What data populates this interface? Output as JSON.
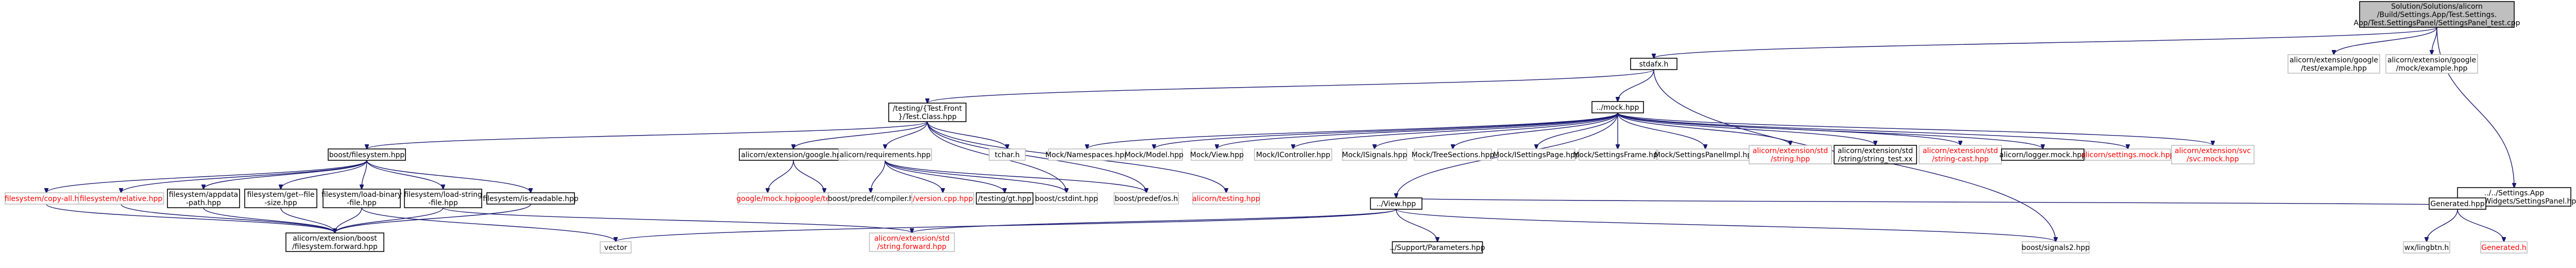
{
  "colors": {
    "edge": "#191970",
    "root_fill": "#bfbfbf",
    "normal_fill": "#ffffff",
    "missing_text": "#ff0000",
    "border": "#000000",
    "missing_border": "#bfbfbf"
  },
  "graph": {
    "nodes": [
      {
        "id": "root",
        "lines": [
          "Solution/Solutions/alicorn",
          "/Build/Settings.App/Test.Settings.",
          "App/Test.SettingsPanel/SettingsPanel_test.cpp"
        ],
        "style": "root"
      },
      {
        "id": "stdafx",
        "lines": [
          "stdafx.h"
        ],
        "style": "normal"
      },
      {
        "id": "gtestex",
        "lines": [
          "alicorn/extension/google",
          "/test/example.hpp"
        ],
        "style": "missing"
      },
      {
        "id": "gmockex",
        "lines": [
          "alicorn/extension/google",
          "/mock/example.hpp"
        ],
        "style": "missing"
      },
      {
        "id": "settingspanel",
        "lines": [
          "../../Settings.App",
          "/view/win/Widgets/SettingsPanel.hpp"
        ],
        "style": "normal"
      },
      {
        "id": "testclass",
        "lines": [
          "/testing/{Test.Front",
          "}/Test.Class.hpp"
        ],
        "style": "normal"
      },
      {
        "id": "mock",
        "lines": [
          "../mock.hpp"
        ],
        "style": "normal"
      },
      {
        "id": "boostfs",
        "lines": [
          "boost/filesystem.hpp"
        ],
        "style": "normal"
      },
      {
        "id": "alicorn_google",
        "lines": [
          "alicorn/extension/google.hpp"
        ],
        "style": "normal"
      },
      {
        "id": "alicorn_req",
        "lines": [
          "alicorn/requirements.hpp"
        ],
        "style": "missing"
      },
      {
        "id": "tchar",
        "lines": [
          "tchar.h"
        ],
        "style": "missing"
      },
      {
        "id": "mock_ns",
        "lines": [
          "Mock/Namespaces.hpp"
        ],
        "style": "missing"
      },
      {
        "id": "mock_model",
        "lines": [
          "Mock/Model.hpp"
        ],
        "style": "missing"
      },
      {
        "id": "mock_view",
        "lines": [
          "Mock/View.hpp"
        ],
        "style": "missing"
      },
      {
        "id": "mock_ctrl",
        "lines": [
          "Mock/IController.hpp"
        ],
        "style": "missing"
      },
      {
        "id": "mock_signals",
        "lines": [
          "Mock/ISignals.hpp"
        ],
        "style": "missing"
      },
      {
        "id": "mock_tree",
        "lines": [
          "Mock/TreeSections.hpp"
        ],
        "style": "missing"
      },
      {
        "id": "mock_page",
        "lines": [
          "Mock/ISettingsPage.hpp"
        ],
        "style": "missing"
      },
      {
        "id": "mock_frame",
        "lines": [
          "Mock/SettingsFrame.hpp"
        ],
        "style": "missing"
      },
      {
        "id": "mock_impl",
        "lines": [
          "Mock/SettingsPanelImpl.hpp"
        ],
        "style": "missing"
      },
      {
        "id": "alicorn_std_string",
        "lines": [
          "alicorn/extension/std",
          "/string.hpp"
        ],
        "style": "missing_red"
      },
      {
        "id": "alicorn_string_test",
        "lines": [
          "alicorn/extension/std",
          "/string/string_test.xx"
        ],
        "style": "normal"
      },
      {
        "id": "alicorn_string_cast",
        "lines": [
          "alicorn/extension/std",
          "/string-cast.hpp"
        ],
        "style": "missing_red"
      },
      {
        "id": "logger_mock",
        "lines": [
          "alicorn/logger.mock.hpp"
        ],
        "style": "normal"
      },
      {
        "id": "settings_mock",
        "lines": [
          "alicorn/settings.mock.hpp"
        ],
        "style": "missing_red"
      },
      {
        "id": "svc_mock",
        "lines": [
          "alicorn/extension/svc",
          "/svc.mock.hpp"
        ],
        "style": "missing_red"
      },
      {
        "id": "fs_copy",
        "lines": [
          "filesystem/copy-all.hpp"
        ],
        "style": "missing_red"
      },
      {
        "id": "fs_rel",
        "lines": [
          "filesystem/relative.hpp"
        ],
        "style": "missing_red"
      },
      {
        "id": "fs_appdata",
        "lines": [
          "filesystem/appdata",
          "-path.hpp"
        ],
        "style": "normal"
      },
      {
        "id": "fs_getfile",
        "lines": [
          "filesystem/get--file",
          "-size.hpp"
        ],
        "style": "normal"
      },
      {
        "id": "fs_loadbin",
        "lines": [
          "filesystem/load-binary",
          "-file.hpp"
        ],
        "style": "normal"
      },
      {
        "id": "fs_loadstr",
        "lines": [
          "filesystem/load-string",
          "-file.hpp"
        ],
        "style": "normal"
      },
      {
        "id": "fs_readable",
        "lines": [
          "filesystem/is-readable.hpp"
        ],
        "style": "normal"
      },
      {
        "id": "gmock_h",
        "lines": [
          "google/mock.hpp"
        ],
        "style": "missing_red"
      },
      {
        "id": "gtest_h",
        "lines": [
          "google/test.hpp"
        ],
        "style": "missing_red"
      },
      {
        "id": "boost_predef_compiler",
        "lines": [
          "boost/predef/compiler.h"
        ],
        "style": "missing"
      },
      {
        "id": "vs_version",
        "lines": [
          "/version.cpp.hpp"
        ],
        "style": "missing_red"
      },
      {
        "id": "testgtest",
        "lines": [
          "/testing/gt.hpp"
        ],
        "style": "normal"
      },
      {
        "id": "boost_cstdint",
        "lines": [
          "boost/cstdint.hpp"
        ],
        "style": "missing"
      },
      {
        "id": "boost_predef_os",
        "lines": [
          "boost/predef/os.h"
        ],
        "style": "missing"
      },
      {
        "id": "alicorn_testing",
        "lines": [
          "alicorn/testing.hpp"
        ],
        "style": "missing_red"
      },
      {
        "id": "view",
        "lines": [
          "../View.hpp"
        ],
        "style": "normal"
      },
      {
        "id": "generated_hpp",
        "lines": [
          "Generated.hpp"
        ],
        "style": "normal"
      },
      {
        "id": "fs_forward",
        "lines": [
          "alicorn/extension/boost",
          "/filesystem.forward.hpp"
        ],
        "style": "normal"
      },
      {
        "id": "vector",
        "lines": [
          "vector"
        ],
        "style": "missing"
      },
      {
        "id": "string_forward",
        "lines": [
          "alicorn/extension/std",
          "/string.forward.hpp"
        ],
        "style": "missing_red"
      },
      {
        "id": "support_params",
        "lines": [
          "../Support/Parameters.hpp"
        ],
        "style": "normal"
      },
      {
        "id": "boost_signals2",
        "lines": [
          "boost/signals2.hpp"
        ],
        "style": "missing"
      },
      {
        "id": "wxlib",
        "lines": [
          "wx/lingbtn.h"
        ],
        "style": "missing"
      },
      {
        "id": "generated_h",
        "lines": [
          "Generated.h"
        ],
        "style": "missing_red"
      }
    ],
    "edges": [
      [
        "root",
        "stdafx"
      ],
      [
        "root",
        "gtestex"
      ],
      [
        "root",
        "gmockex"
      ],
      [
        "root",
        "settingspanel"
      ],
      [
        "stdafx",
        "testclass"
      ],
      [
        "stdafx",
        "mock"
      ],
      [
        "stdafx",
        "boost_signals2"
      ],
      [
        "testclass",
        "boostfs"
      ],
      [
        "testclass",
        "alicorn_google"
      ],
      [
        "testclass",
        "alicorn_req"
      ],
      [
        "testclass",
        "tchar"
      ],
      [
        "testclass",
        "boost_cstdint"
      ],
      [
        "testclass",
        "boost_predef_os"
      ],
      [
        "testclass",
        "alicorn_testing"
      ],
      [
        "mock",
        "mock_ns"
      ],
      [
        "mock",
        "mock_model"
      ],
      [
        "mock",
        "mock_view"
      ],
      [
        "mock",
        "mock_ctrl"
      ],
      [
        "mock",
        "mock_signals"
      ],
      [
        "mock",
        "mock_tree"
      ],
      [
        "mock",
        "mock_page"
      ],
      [
        "mock",
        "mock_frame"
      ],
      [
        "mock",
        "mock_impl"
      ],
      [
        "mock",
        "alicorn_std_string"
      ],
      [
        "mock",
        "alicorn_string_test"
      ],
      [
        "mock",
        "alicorn_string_cast"
      ],
      [
        "mock",
        "logger_mock"
      ],
      [
        "mock",
        "settings_mock"
      ],
      [
        "mock",
        "svc_mock"
      ],
      [
        "mock",
        "view"
      ],
      [
        "boostfs",
        "fs_copy"
      ],
      [
        "boostfs",
        "fs_rel"
      ],
      [
        "boostfs",
        "fs_appdata"
      ],
      [
        "boostfs",
        "fs_getfile"
      ],
      [
        "boostfs",
        "fs_loadbin"
      ],
      [
        "boostfs",
        "fs_loadstr"
      ],
      [
        "boostfs",
        "fs_readable"
      ],
      [
        "alicorn_google",
        "gmock_h"
      ],
      [
        "alicorn_google",
        "gtest_h"
      ],
      [
        "alicorn_req",
        "boost_predef_compiler"
      ],
      [
        "alicorn_req",
        "vs_version"
      ],
      [
        "alicorn_req",
        "testgtest"
      ],
      [
        "alicorn_req",
        "boost_cstdint"
      ],
      [
        "alicorn_req",
        "boost_predef_os"
      ],
      [
        "fs_copy",
        "fs_forward"
      ],
      [
        "fs_rel",
        "fs_forward"
      ],
      [
        "fs_appdata",
        "fs_forward"
      ],
      [
        "fs_getfile",
        "fs_forward"
      ],
      [
        "fs_loadbin",
        "fs_forward"
      ],
      [
        "fs_loadstr",
        "fs_forward"
      ],
      [
        "fs_readable",
        "fs_forward"
      ],
      [
        "fs_loadbin",
        "vector"
      ],
      [
        "fs_loadstr",
        "string_forward"
      ],
      [
        "view",
        "vector"
      ],
      [
        "view",
        "string_forward"
      ],
      [
        "view",
        "support_params"
      ],
      [
        "view",
        "boost_signals2"
      ],
      [
        "settingspanel",
        "view"
      ],
      [
        "settingspanel",
        "generated_hpp"
      ],
      [
        "generated_hpp",
        "wxlib"
      ],
      [
        "generated_hpp",
        "generated_h"
      ]
    ]
  }
}
